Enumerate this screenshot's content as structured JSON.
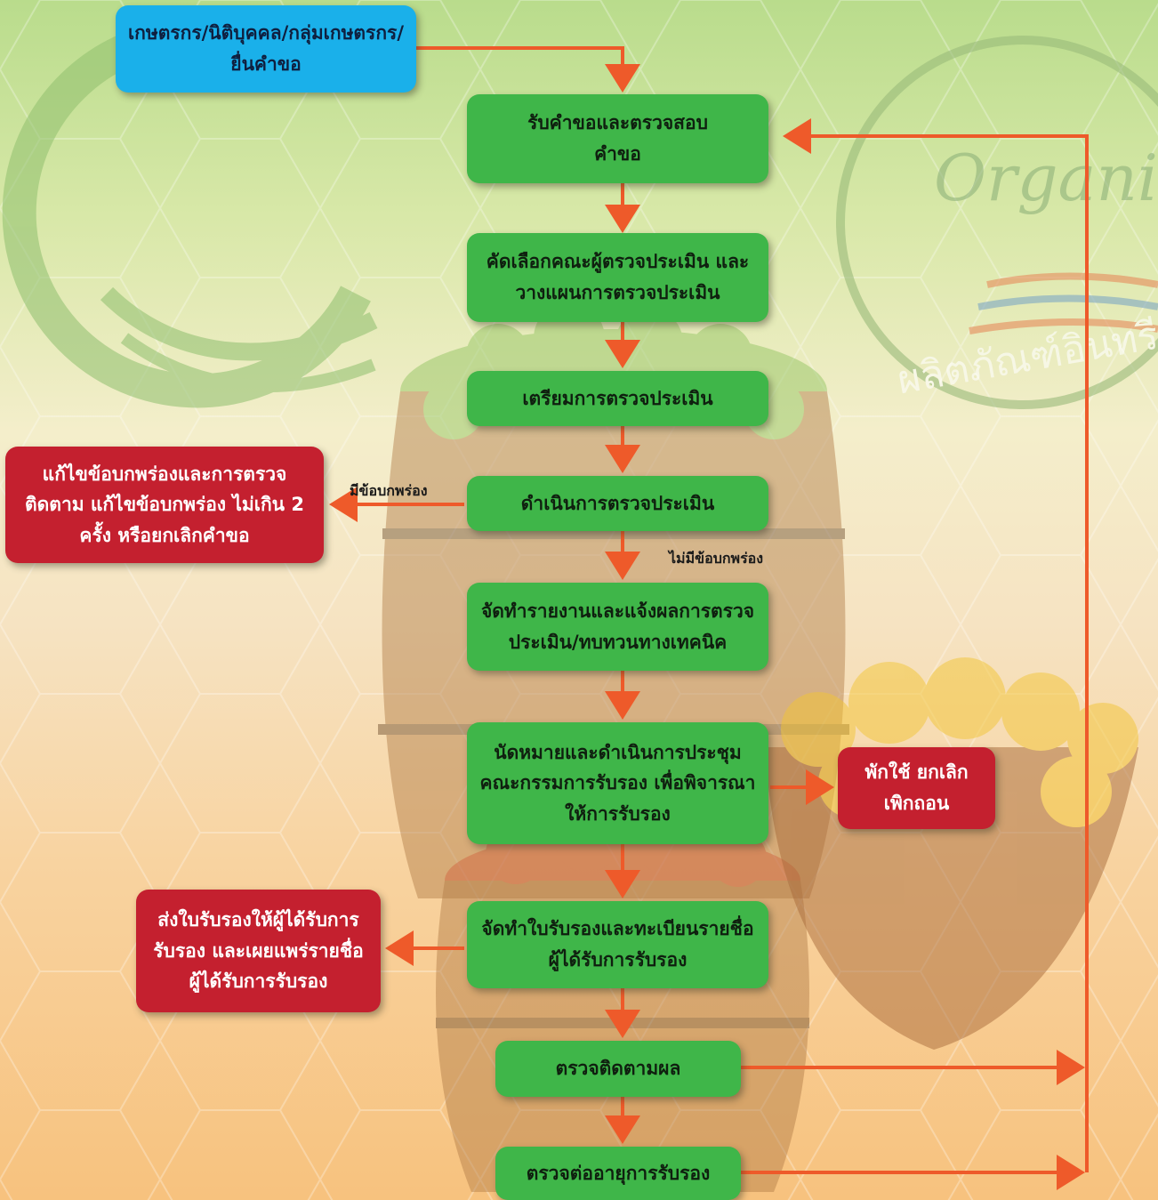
{
  "colors": {
    "flow_arrow": "#ee5a2a",
    "process_box": "#3fb649",
    "start_box": "#1ab0ea",
    "outcome_box": "#c4202f"
  },
  "logo": {
    "text": "Organic Thailand",
    "thai": "ผลิตภัณฑ์อินทรีย์"
  },
  "nodes": {
    "applicant": "เกษตรกร/นิติบุคคล/กลุ่มเกษตรกร/ ยื่นคำขอ",
    "receive": "รับคำขอและตรวจสอบ คำขอ",
    "select": "คัดเลือกคณะผู้ตรวจประเมิน และ วางแผนการตรวจประเมิน",
    "prepare": "เตรียมการตรวจประเมิน",
    "conduct": "ดำเนินการตรวจประเมิน",
    "report": "จัดทำรายงานและแจ้งผลการตรวจ ประเมิน/ทบทวนทางเทคนิค",
    "meeting": "นัดหมายและดำเนินการประชุม คณะกรรมการรับรอง เพื่อพิจารณา ให้การรับรอง",
    "issue": "จัดทำใบรับรองและทะเบียนรายชื่อ ผู้ได้รับการรับรอง",
    "monitor": "ตรวจติดตามผล",
    "renew": "ตรวจต่ออายุการรับรอง",
    "fix": "แก้ไขข้อบกพร่องและการตรวจติดตาม แก้ไขข้อบกพร่อง ไม่เกิน 2 ครั้ง หรือยกเลิกคำขอ",
    "suspend": "พักใช้ ยกเลิก เพิกถอน",
    "send": "ส่งใบรับรองให้ผู้ได้รับการ รับรอง และเผยแพร่รายชื่อ ผู้ได้รับการรับรอง"
  },
  "edge_labels": {
    "defect": "มีข้อบกพร่อง",
    "no_defect": "ไม่มีข้อบกพร่อง"
  }
}
